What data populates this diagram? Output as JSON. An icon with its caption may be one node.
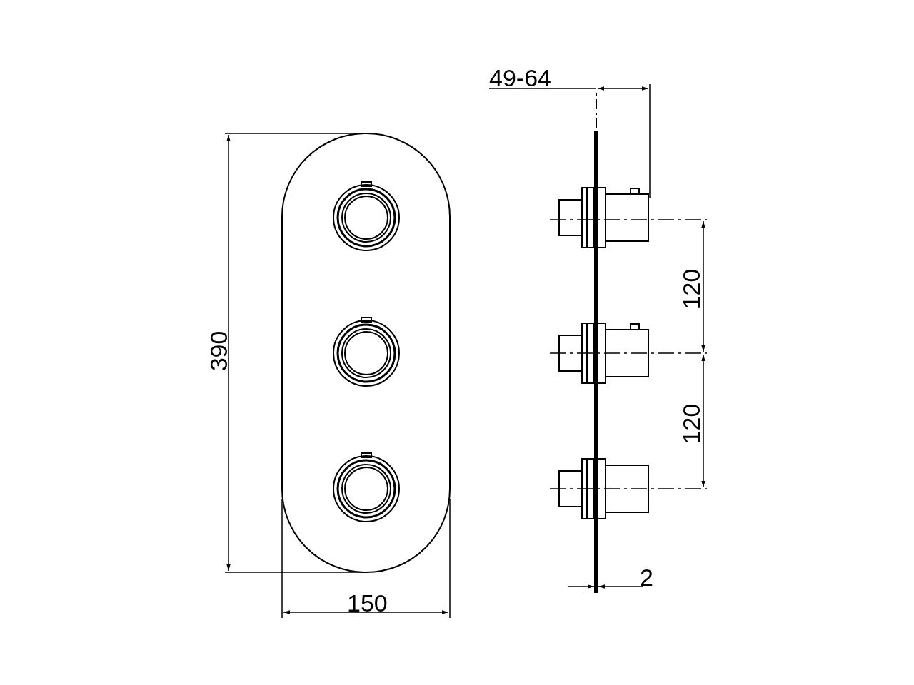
{
  "diagram": {
    "labels": [
      "49-64",
      "120",
      "390",
      "120",
      "2",
      "150"
    ]
  }
}
